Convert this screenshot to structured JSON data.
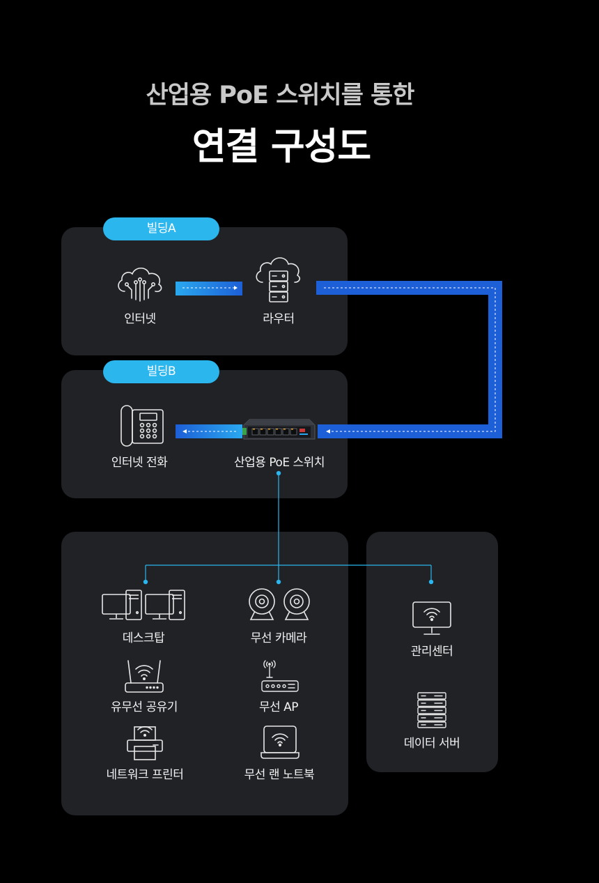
{
  "header": {
    "subtitle": "산업용 PoE 스위치를 통한",
    "title": "연결 구성도"
  },
  "building_a": {
    "label": "빌딩A",
    "nodes": {
      "internet": "인터넷",
      "router": "라우터"
    }
  },
  "building_b": {
    "label": "빌딩B",
    "nodes": {
      "phone": "인터넷 전화",
      "switch": "산업용  PoE 스위치"
    }
  },
  "devices": {
    "desktop": "데스크탑",
    "wireless_camera": "무선 카메라",
    "wireless_router": "유무선 공유기",
    "wireless_ap": "무선 AP",
    "network_printer": "네트워크 프린터",
    "wireless_laptop": "무선 랜 노트북"
  },
  "management": {
    "control_center": "관리센터",
    "data_server": "데이터 서버"
  },
  "colors": {
    "background": "#000000",
    "panel": "#202226",
    "accent": "#2bb6ee",
    "link_blue": "#1f62d6"
  },
  "icons": [
    "cloud-network-icon",
    "cloud-server-icon",
    "desk-phone-icon",
    "poe-switch-icon",
    "desktop-pc-icon",
    "camera-icon",
    "wifi-router-icon",
    "access-point-icon",
    "printer-icon",
    "laptop-wifi-icon",
    "monitor-wifi-icon",
    "server-rack-icon"
  ]
}
